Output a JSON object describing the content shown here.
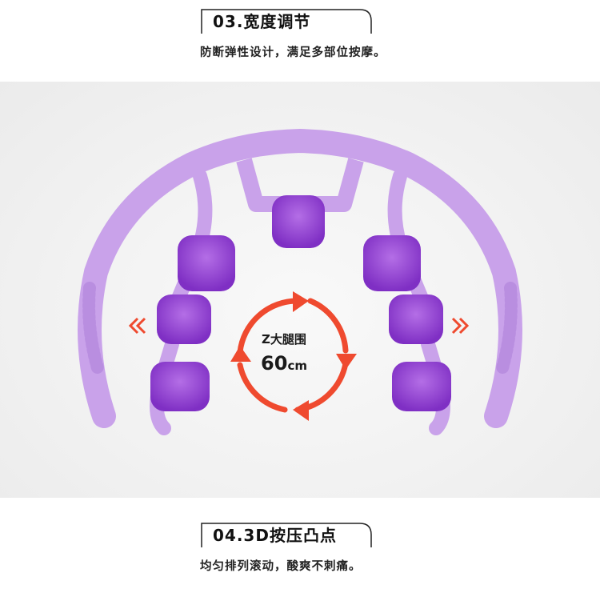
{
  "section_top": {
    "title": "03.宽度调节",
    "subtitle": "防断弹性设计，满足多部位按摩。"
  },
  "product": {
    "label_line1": "Z大腿围",
    "label_number": "60",
    "label_unit": "cm"
  },
  "section_bottom": {
    "title": "04.3D按压凸点",
    "subtitle": "均匀排列滚动，酸爽不刺痛。"
  },
  "colors": {
    "frame": "#c9a2ea",
    "roller": "#9a43d8",
    "arrow": "#ef4a2f"
  },
  "icons": [
    "circular-arrows-icon",
    "chevron-left-icon",
    "chevron-right-icon"
  ]
}
